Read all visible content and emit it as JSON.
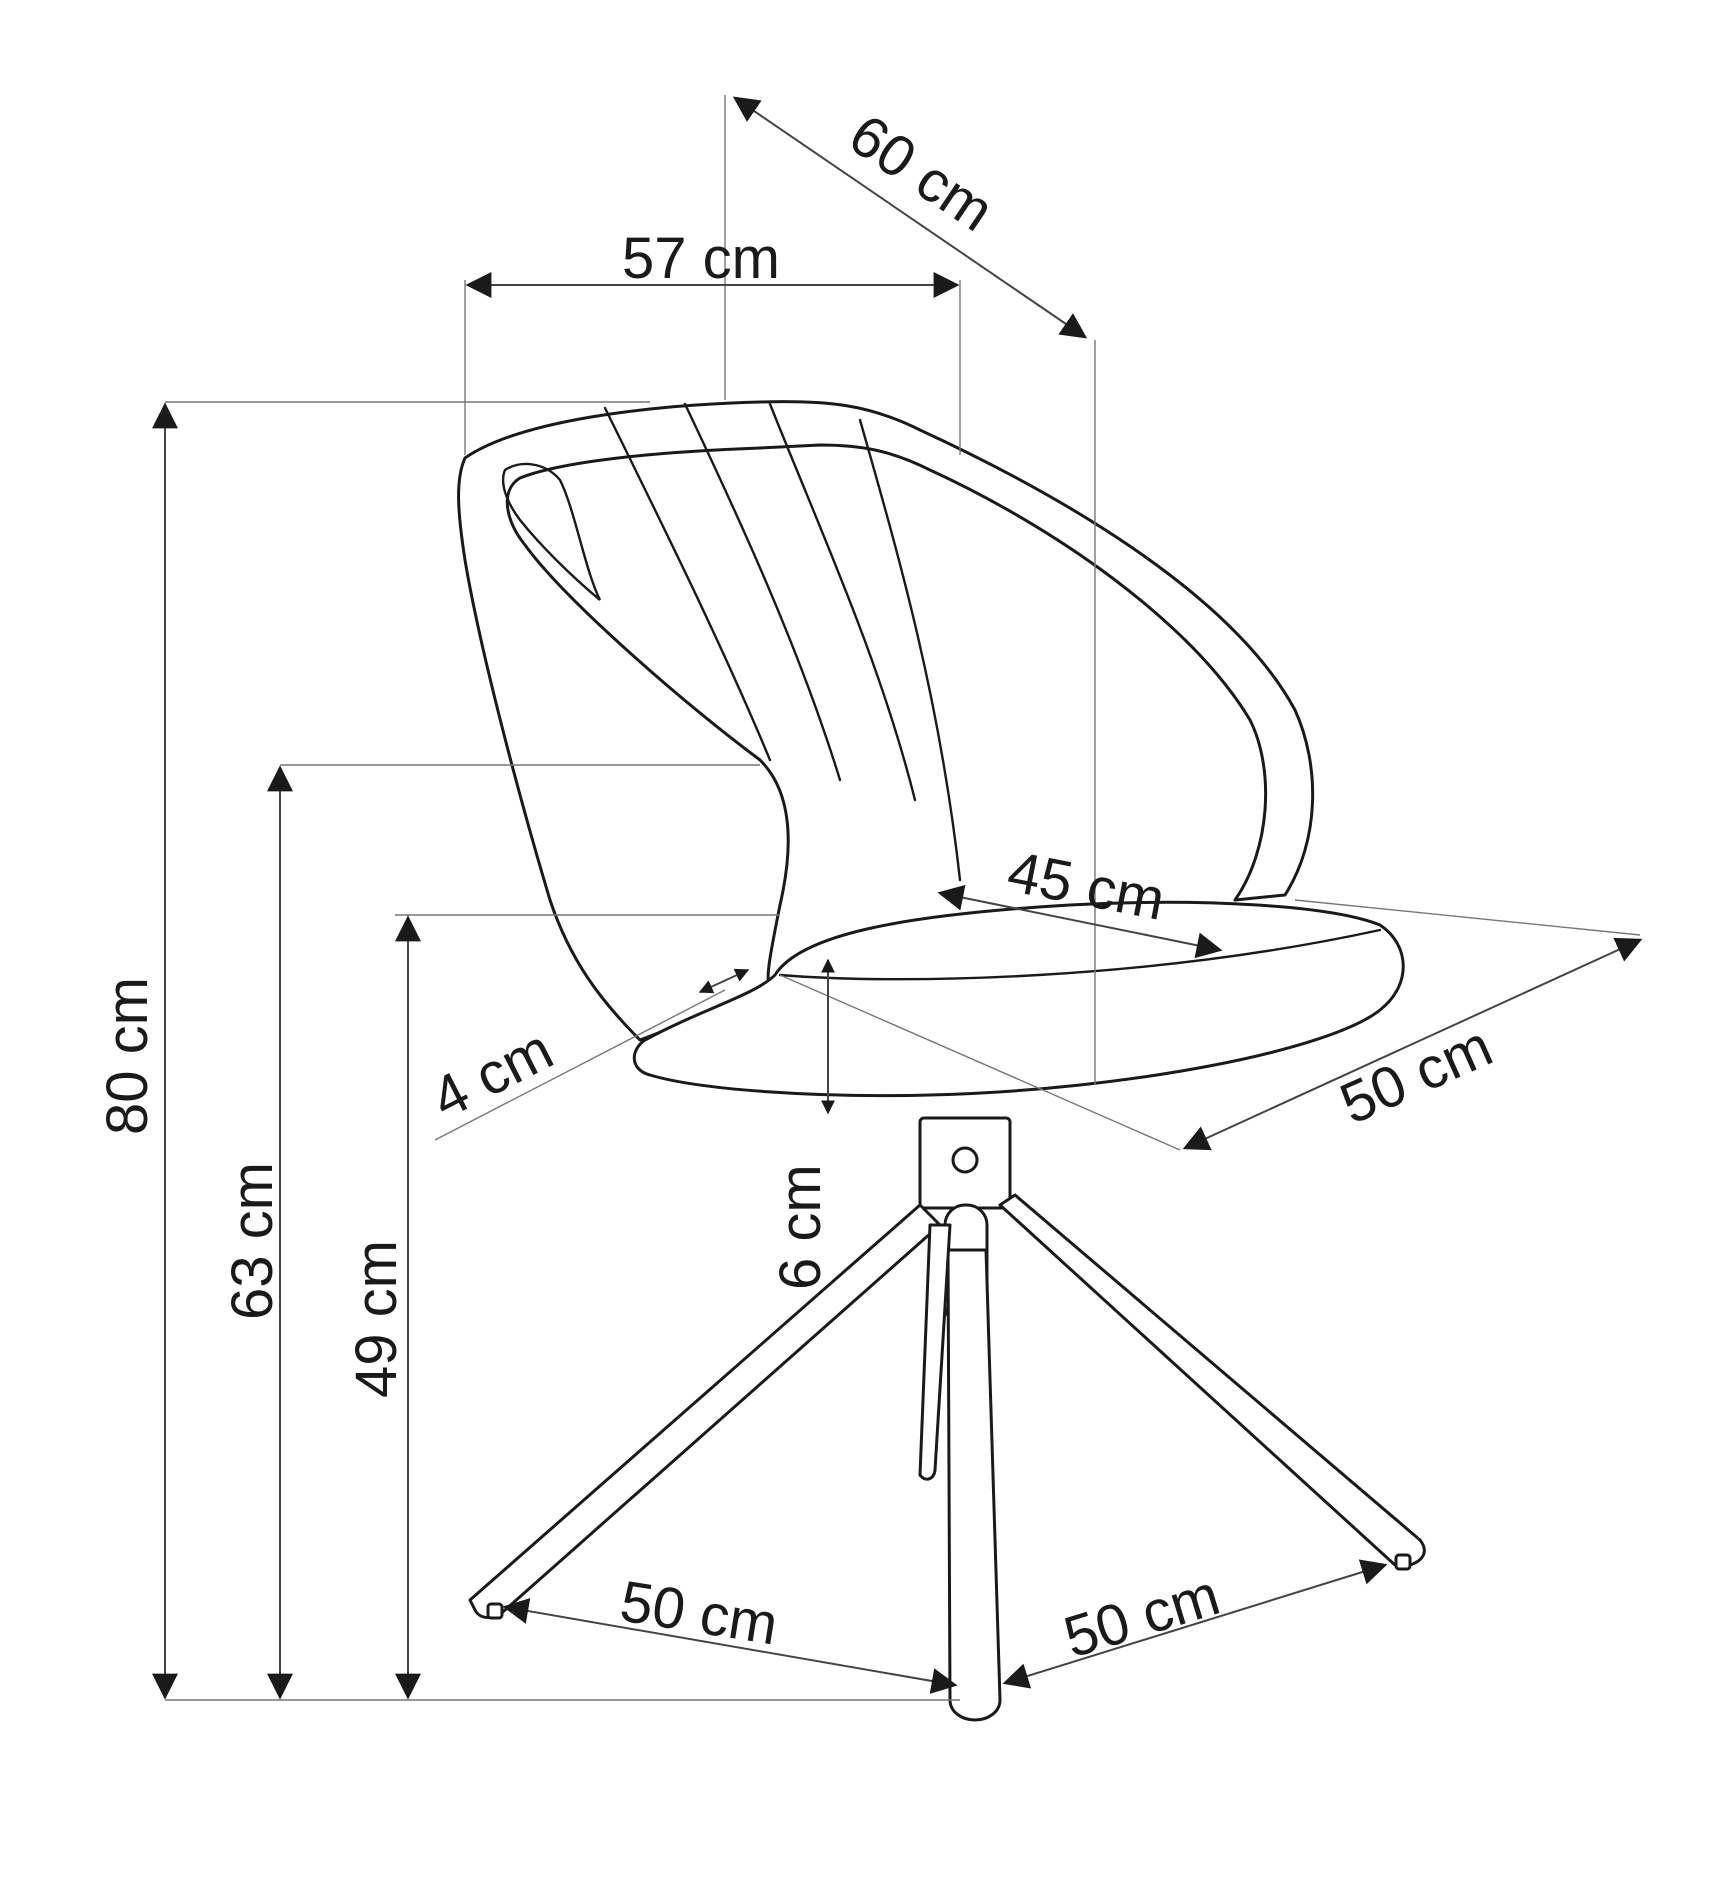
{
  "dimensions": {
    "depth_top": "60 cm",
    "width_top": "57 cm",
    "height_total": "80 cm",
    "height_armrest": "63 cm",
    "height_seat": "49 cm",
    "seat_depth": "45 cm",
    "seat_width": "50 cm",
    "shell_thickness": "4 cm",
    "seat_thickness": "6 cm",
    "base_left": "50 cm",
    "base_right": "50 cm"
  }
}
